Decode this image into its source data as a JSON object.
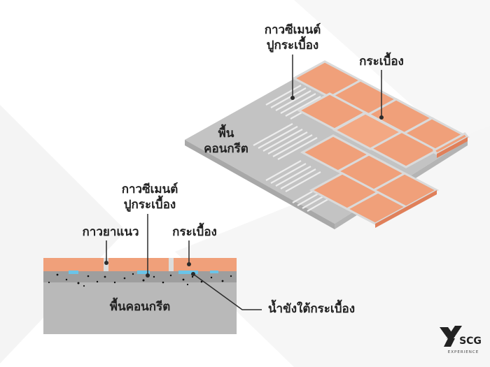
{
  "colors": {
    "tile": "#F0A07A",
    "tile_edge": "#E08C63",
    "grout_gap": "#D9D9D9",
    "concrete_top": "#BEBEBE",
    "concrete_side": "#A9A9A9",
    "adhesive": "#9C9C9C",
    "water": "#6BC4E8",
    "dot": "#111111",
    "leader": "#2b2b2b",
    "watermark": "#F1F1F1"
  },
  "top_diagram": {
    "label_adhesive_line1": "กาวซีเมนต์",
    "label_adhesive_line2": "ปูกระเบื้อง",
    "label_tile": "กระเบื้อง",
    "label_floor_line1": "พื้น",
    "label_floor_line2": "คอนกรีต"
  },
  "cross_section": {
    "label_adhesive_line1": "กาวซีเมนต์",
    "label_adhesive_line2": "ปูกระเบื้อง",
    "label_grout": "กาวยาแนว",
    "label_tile": "กระเบื้อง",
    "label_floor": "พื้นคอนกรีต",
    "label_water": "น้ำขังใต้กระเบื้อง"
  },
  "logo": {
    "brand": "SCG",
    "sub": "EXPERIENCE",
    "icon": "scg-experience-logo-icon"
  }
}
